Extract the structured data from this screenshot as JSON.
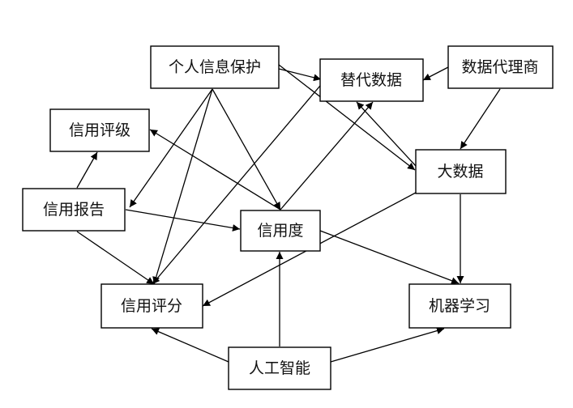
{
  "nodes": {
    "privacy": "个人信息保护",
    "alt_data": "替代数据",
    "broker": "数据代理商",
    "rating": "信用评级",
    "big_data": "大数据",
    "report": "信用报告",
    "degree": "信用度",
    "score": "信用评分",
    "ml": "机器学习",
    "ai": "人工智能"
  },
  "edges": [
    {
      "from": "privacy",
      "to": "alt_data"
    },
    {
      "from": "privacy",
      "to": "big_data"
    },
    {
      "from": "privacy",
      "to": "report"
    },
    {
      "from": "privacy",
      "to": "score"
    },
    {
      "from": "privacy",
      "to": "degree"
    },
    {
      "from": "broker",
      "to": "alt_data"
    },
    {
      "from": "broker",
      "to": "big_data"
    },
    {
      "from": "big_data",
      "to": "alt_data"
    },
    {
      "from": "big_data",
      "to": "ml"
    },
    {
      "from": "big_data",
      "to": "score"
    },
    {
      "from": "report",
      "to": "rating"
    },
    {
      "from": "report",
      "to": "degree"
    },
    {
      "from": "report",
      "to": "score"
    },
    {
      "from": "degree",
      "to": "rating"
    },
    {
      "from": "degree",
      "to": "alt_data"
    },
    {
      "from": "degree",
      "to": "ml"
    },
    {
      "from": "alt_data",
      "to": "score"
    },
    {
      "from": "ai",
      "to": "score"
    },
    {
      "from": "ai",
      "to": "degree"
    },
    {
      "from": "ai",
      "to": "ml"
    }
  ],
  "colors": {
    "stroke": "#000000",
    "fill": "#ffffff",
    "text": "#111111"
  }
}
